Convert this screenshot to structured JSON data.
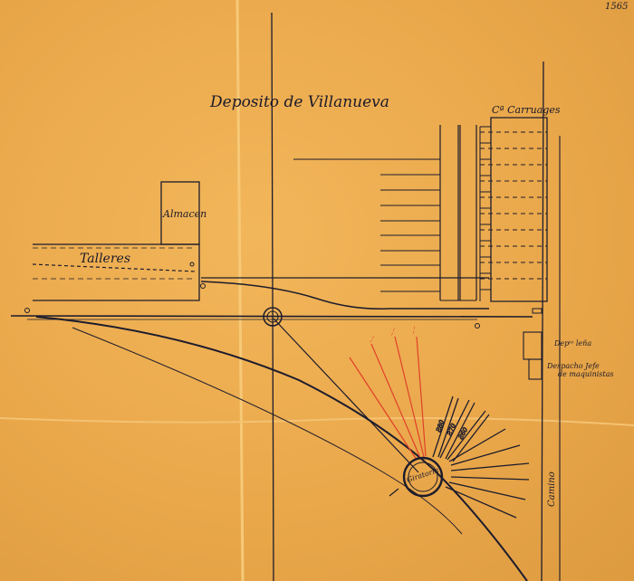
{
  "plan": {
    "title": "Deposito de Villanueva",
    "corner_mark": "1565",
    "labels": {
      "almacen": "Almacen",
      "talleres": "Talleres",
      "carruages": "Cª Carruages",
      "deposito_lena": "Depᵗᵒ leña",
      "despacho": "Despacho Jefe",
      "despacho_line2": "de maquinistas",
      "camino": "Camino",
      "giratoria": "Giratoria"
    },
    "colors": {
      "paper": "#eaa84b",
      "ink": "#1d1c2c",
      "red_ink": "#e0402a"
    }
  }
}
